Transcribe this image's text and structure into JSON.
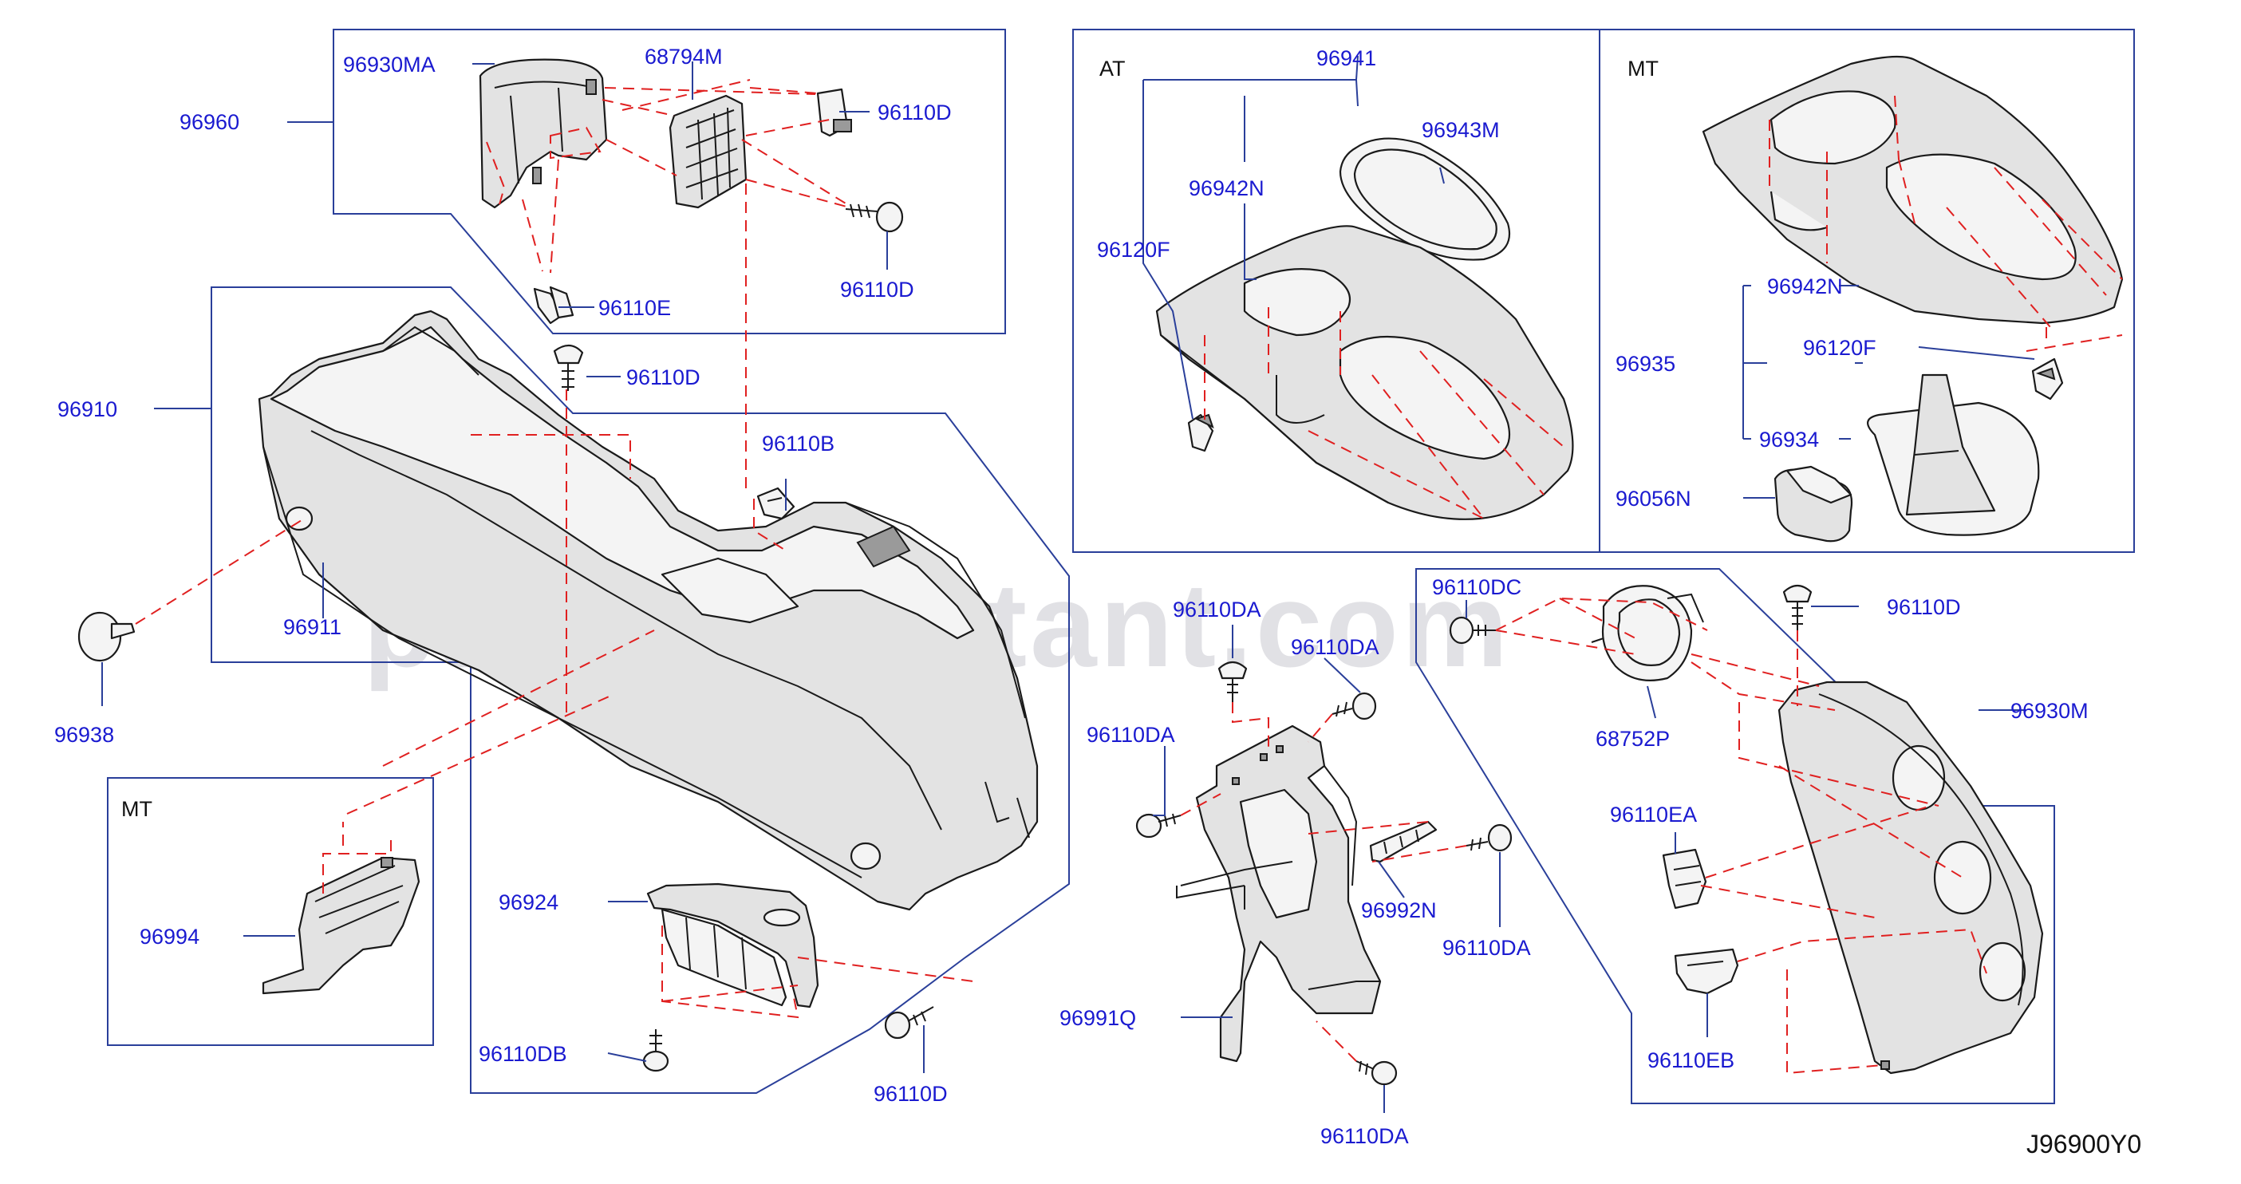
{
  "watermark": "partsassistant.com",
  "diagram_ref": "J96900Y0",
  "sections": {
    "at": "AT",
    "mt_shift": "MT",
    "mt_bracket": "MT"
  },
  "labels": {
    "p96960": "96960",
    "p96930MA": "96930MA",
    "p68794M": "68794M",
    "p96110D_a": "96110D",
    "p96110D_b": "96110D",
    "p96110E": "96110E",
    "p96110D_c": "96110D",
    "p96910": "96910",
    "p96110B": "96110B",
    "p96911": "96911",
    "p96938": "96938",
    "p96994": "96994",
    "p96924": "96924",
    "p96110DB": "96110DB",
    "p96110D_d": "96110D",
    "p96941": "96941",
    "p96943M": "96943M",
    "p96942N_at": "96942N",
    "p96120F_at": "96120F",
    "p96942N_mt": "96942N",
    "p96935": "96935",
    "p96120F_mt": "96120F",
    "p96934": "96934",
    "p96056N": "96056N",
    "p96110DA_1": "96110DA",
    "p96110DA_2": "96110DA",
    "p96110DA_3": "96110DA",
    "p96110DA_4": "96110DA",
    "p96110DA_5": "96110DA",
    "p96992N": "96992N",
    "p96991Q": "96991Q",
    "p96110DC": "96110DC",
    "p68752P": "68752P",
    "p96110D_e": "96110D",
    "p96930M": "96930M",
    "p96110EA": "96110EA",
    "p96110EB": "96110EB"
  }
}
